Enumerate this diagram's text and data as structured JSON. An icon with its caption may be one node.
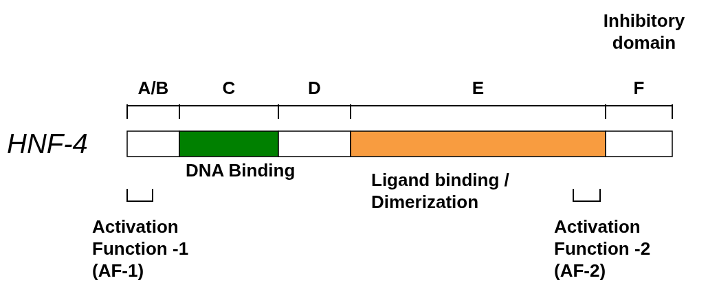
{
  "diagram": {
    "labels": [
      "Inhibitory domain",
      "A/B",
      "C",
      "D",
      "E",
      "F",
      "HNF-4",
      "DNA Binding",
      "Ligand binding / Dimerization",
      "Activation Function -1 (AF-1)",
      "Activation Function -2 (AF-2)"
    ]
  }
}
